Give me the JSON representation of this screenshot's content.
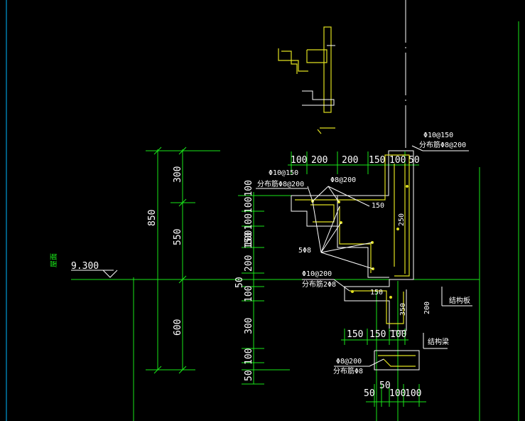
{
  "drawing": {
    "elevation_label": "屋面",
    "elevation_value": "9.300",
    "total_height_dim": "850",
    "left_dims": [
      "300",
      "550",
      "600"
    ],
    "inner_dims": [
      "100100",
      "100100",
      "150",
      "200",
      "50",
      "100",
      "300",
      "100",
      "50"
    ],
    "top_dims": [
      "100",
      "200",
      "200",
      "150",
      "100",
      "50"
    ],
    "mid_dims": [
      "150",
      "150",
      "100"
    ],
    "bottom_dims": [
      "50",
      "50",
      "100",
      "100"
    ],
    "local_dims": [
      "150",
      "250",
      "150",
      "350",
      "200"
    ],
    "rebar_labels": {
      "top_right_1": "Φ10@150",
      "top_right_2": "分布筋Φ8@200",
      "left_1": "Φ10@150",
      "left_2": "分布筋Φ8@200",
      "mid": "Φ8@200",
      "count": "5Φ8",
      "lower_1": "Φ10@200",
      "lower_2": "分布筋2Φ8",
      "bottom_1": "Φ8@200",
      "bottom_2": "分布筋Φ8"
    },
    "notes": [
      "结构板",
      "结构梁"
    ]
  },
  "colors": {
    "background": "#000000",
    "dimension_lines": "#19e619",
    "outline": "#ffffff",
    "rebar": "#e0e020",
    "frame_left": "#00b7ff"
  }
}
